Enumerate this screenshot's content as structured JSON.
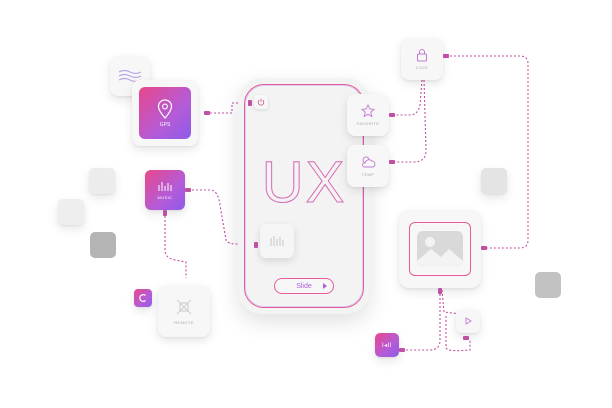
{
  "tiles": {
    "gps": {
      "label": "GPS"
    },
    "music": {
      "label": "MUSIC"
    },
    "lock": {
      "label": "LOCK"
    },
    "favorite": {
      "label": "FAVORITE"
    },
    "weather": {
      "label": "TEMP"
    },
    "remote": {
      "label": "REMOTE"
    }
  },
  "phone": {
    "headline": "UX",
    "slide_label": "Slide"
  },
  "player": {
    "label": "I◂II"
  },
  "colors": {
    "gradient_start": "#e8478a",
    "gradient_end": "#8e5be8",
    "wire": "#c14fa3",
    "tile_bg": "#f1f1f1"
  }
}
